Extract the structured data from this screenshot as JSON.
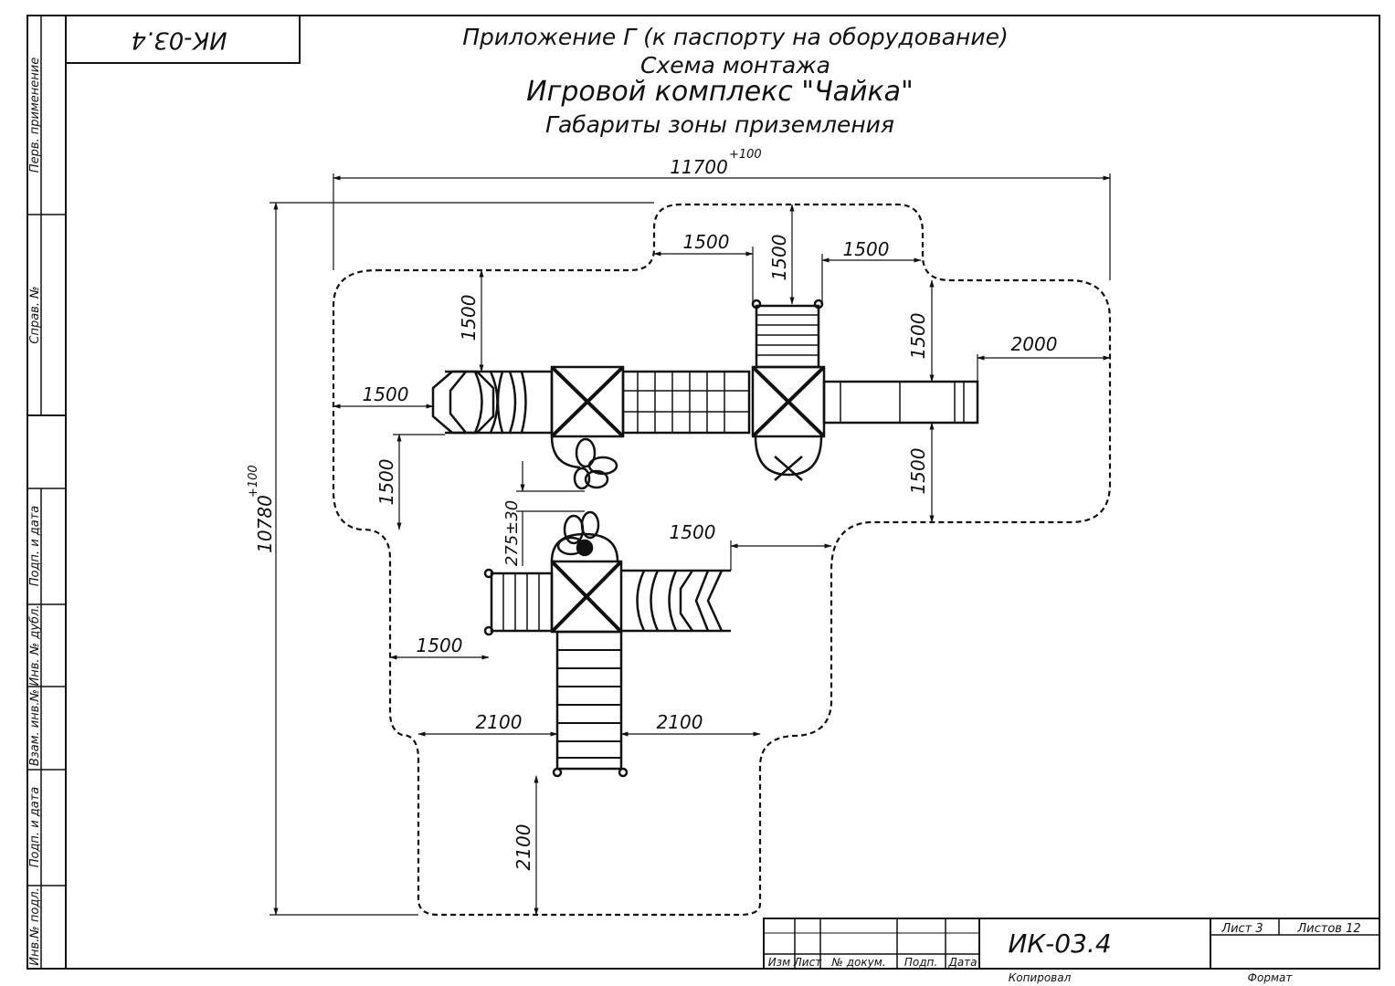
{
  "header": {
    "doc_code": "ИК-03.4",
    "title_1": "Приложение Г (к паспорту на оборудование)",
    "title_2": "Схема монтажа",
    "title_3": "Игровой комплекс \"Чайка\"",
    "title_4": "Габариты зоны приземления"
  },
  "side_strip": {
    "top": [
      "Перв. применение",
      "Справ. №"
    ],
    "bottom": [
      "Подп. и дата",
      "Инв. № дубл.",
      "Взам. инв.№",
      "Подп. и дата",
      "Инв.№ подл."
    ]
  },
  "dimensions": {
    "overall_width": "11700",
    "overall_height": "10780",
    "tolerance": "+100",
    "d1500": "1500",
    "d2000": "2000",
    "d2100": "2100",
    "d275": "275±30"
  },
  "title_block": {
    "code": "ИК-03.4",
    "sheet": "Лист 3",
    "sheets": "Листов 12",
    "col_izm": "Изм",
    "col_list": "Лист",
    "col_doc": "№ докум.",
    "col_sign": "Подп.",
    "col_date": "Дата",
    "copied": "Копировал",
    "format": "Формат"
  }
}
